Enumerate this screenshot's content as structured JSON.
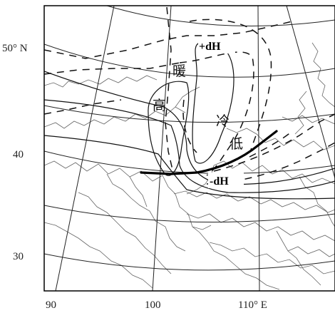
{
  "map": {
    "lat_labels": [
      "50° N",
      "40",
      "30"
    ],
    "lon_labels": [
      "90",
      "100",
      "110° E"
    ],
    "annotations": {
      "plus_dh": "+dH",
      "minus_dh": "-dH",
      "warm": "暖",
      "high": "高",
      "cold": "冷",
      "low": "低"
    },
    "colors": {
      "frame": "#000000",
      "grid": "#222222",
      "border": "#555555",
      "contour": "#111111",
      "trough_line": "#000000"
    }
  }
}
